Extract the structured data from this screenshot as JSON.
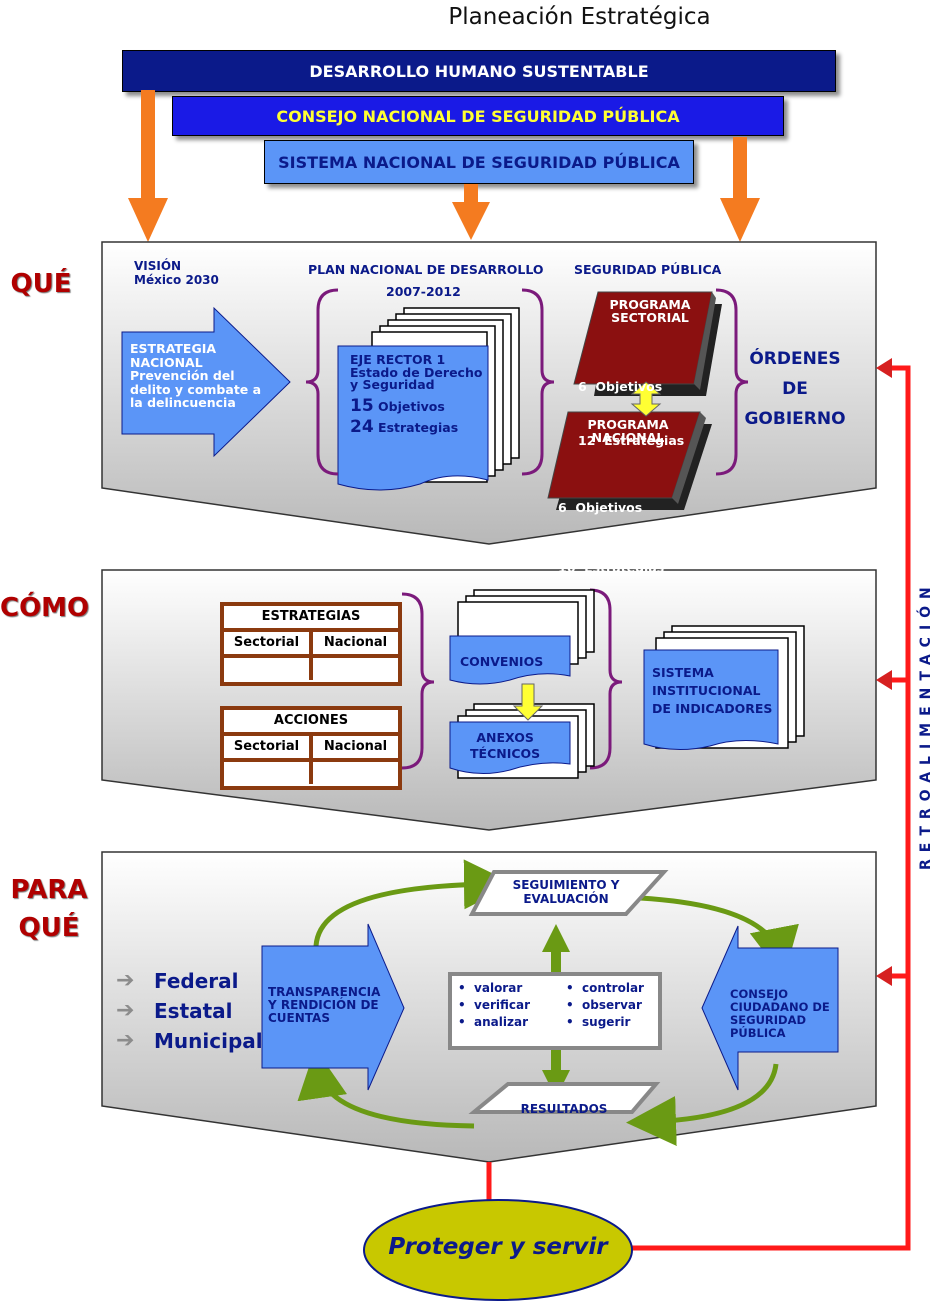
{
  "title": "Planeación Estratégica",
  "top_bars": {
    "bar1": "DESARROLLO HUMANO SUSTENTABLE",
    "bar2": "CONSEJO NACIONAL DE SEGURIDAD PÚBLICA",
    "bar3": "SISTEMA NACIONAL DE SEGURIDAD PÚBLICA"
  },
  "colors": {
    "navy": "#0b1a8a",
    "blue": "#1a1ae6",
    "light_blue": "#5b95f7",
    "orange": "#f47b20",
    "red": "#ff1a1a",
    "dark_red": "#8b1010",
    "green": "#6a9a14",
    "yellow": "#ffff33",
    "brown": "#8b3a0f",
    "ellipse": "#c8c800"
  },
  "section_que": {
    "label": "QUÉ",
    "vision_line1": "VISIÓN",
    "vision_line2": "México 2030",
    "estrategia": [
      "ESTRATEGIA",
      "NACIONAL",
      "Prevención del",
      "delito y combate a",
      "la delincuencia"
    ],
    "plan_title": "PLAN NACIONAL DE DESARROLLO",
    "plan_years": "2007-2012",
    "eje_lines": [
      "EJE RECTOR 1",
      "Estado de Derecho",
      "y Seguridad"
    ],
    "eje_objetivos_num": "15",
    "eje_objetivos_label": "Objetivos",
    "eje_estrategias_num": "24",
    "eje_estrategias_label": "Estrategias",
    "seguridad_title": "SEGURIDAD PÚBLICA",
    "prog_sectorial": [
      "PROGRAMA",
      "SECTORIAL"
    ],
    "prog_sectorial_obj": "6  Objetivos",
    "prog_sectorial_est": "12  Estrategias",
    "prog_nacional": [
      "PROGRAMA",
      "NACIONAL"
    ],
    "prog_nacional_obj": "6  Objetivos",
    "prog_nacional_est": "16  Estrategias",
    "ordenes": [
      "ÓRDENES",
      "DE",
      "GOBIERNO"
    ]
  },
  "section_como": {
    "label": "CÓMO",
    "estrategias_header": "ESTRATEGIAS",
    "acciones_header": "ACCIONES",
    "col_sectorial": "Sectorial",
    "col_nacional": "Nacional",
    "convenios": "CONVENIOS",
    "anexos": [
      "ANEXOS",
      "TÉCNICOS"
    ],
    "sistema": [
      "SISTEMA",
      "INSTITUCIONAL",
      "DE INDICADORES"
    ]
  },
  "section_para_que": {
    "label_line1": "PARA",
    "label_line2": "QUÉ",
    "levels": [
      "Federal",
      "Estatal",
      "Municipal"
    ],
    "transparencia": [
      "TRANSPARENCIA",
      "Y RENDICIÓN DE",
      "CUENTAS"
    ],
    "seguimiento": [
      "SEGUIMIENTO Y",
      "EVALUACIÓN"
    ],
    "actions_left": [
      "valorar",
      "verificar",
      "analizar"
    ],
    "actions_right": [
      "controlar",
      "observar",
      "sugerir"
    ],
    "consejo": [
      "CONSEJO",
      "CIUDADANO DE",
      "SEGURIDAD",
      "PÚBLICA"
    ],
    "resultados": "RESULTADOS"
  },
  "retroalimentacion": "RETROALIMENTACIÓN",
  "ellipse_text": "Proteger y servir"
}
